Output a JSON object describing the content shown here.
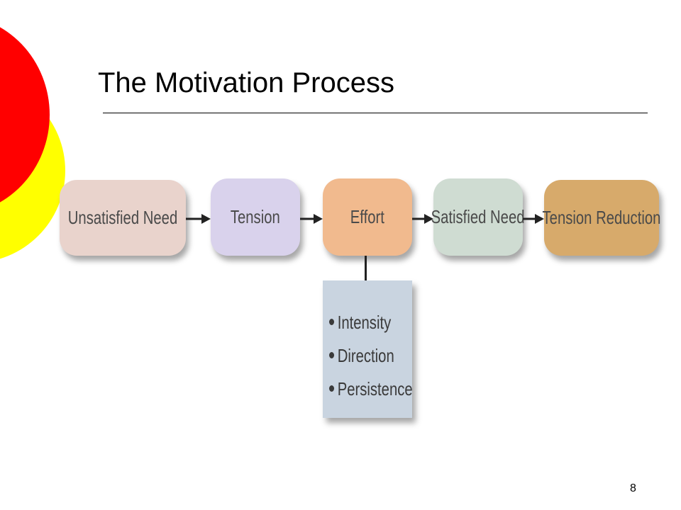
{
  "slide": {
    "title": "The Motivation Process",
    "page_number": "8"
  },
  "process": {
    "steps": [
      {
        "label": "Unsatisfied Need",
        "color": "#e9d3cc"
      },
      {
        "label": "Tension",
        "color": "#d9d2ec"
      },
      {
        "label": "Effort",
        "color": "#f1ba8e"
      },
      {
        "label": "Satisfied Need",
        "color": "#cfdcd2"
      },
      {
        "label": "Tension Reduction",
        "color": "#d7aa6b"
      }
    ],
    "effort_dimensions": [
      "Intensity",
      "Direction",
      "Persistence"
    ],
    "dimension_box_color": "#c9d4e0"
  },
  "decor": {
    "accent_red": "#ff0000",
    "accent_yellow": "#ffff00"
  }
}
